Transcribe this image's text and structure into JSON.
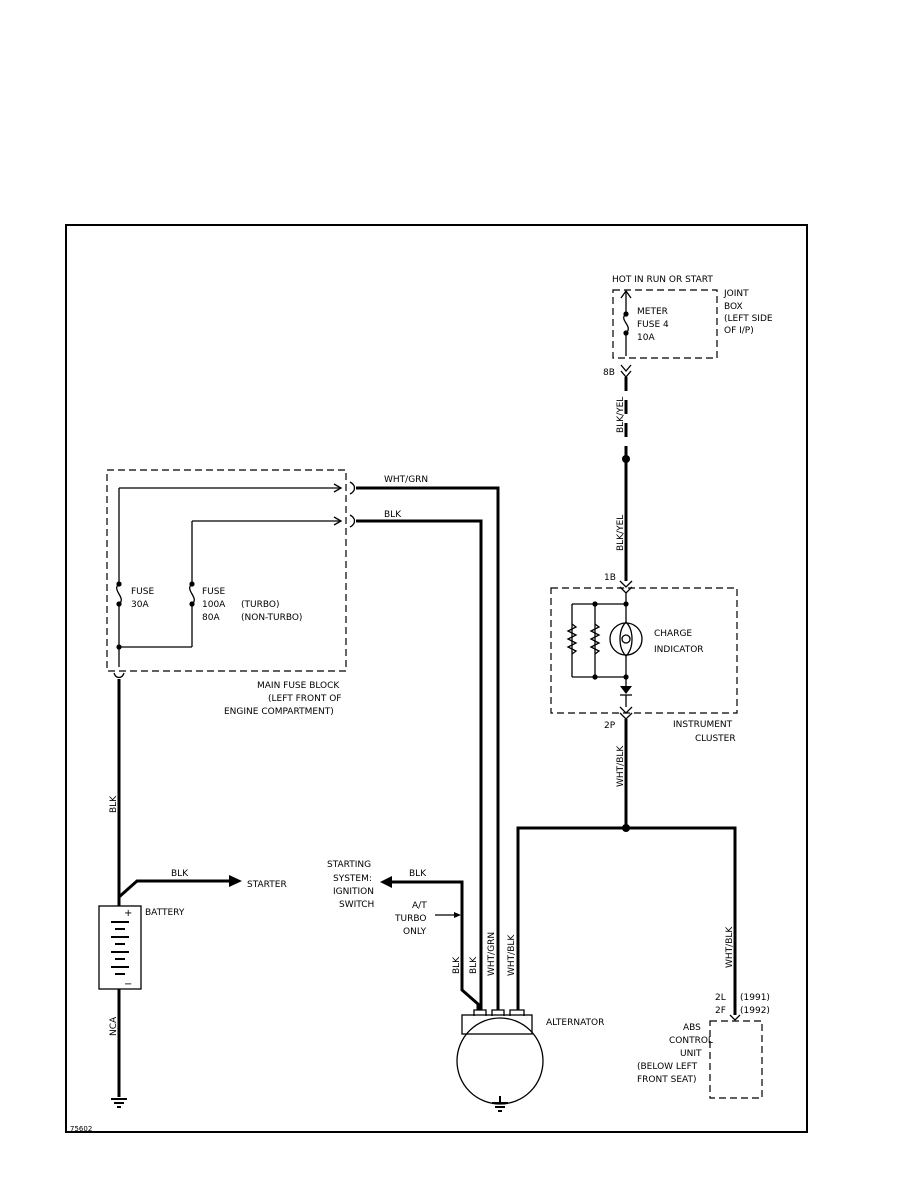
{
  "hot_label": "HOT IN RUN OR START",
  "joint_box": {
    "label_lines": [
      "JOINT",
      "BOX",
      "(LEFT SIDE",
      "OF I/P)"
    ],
    "fuse_lines": [
      "METER",
      "FUSE 4",
      "10A"
    ],
    "connector": "8B"
  },
  "wires": {
    "blk_yel_upper": "BLK/YEL",
    "blk_yel_lower": "BLK/YEL",
    "wht_grn_top": "WHT/GRN",
    "blk_top": "BLK",
    "blk_battery": "BLK",
    "blk_starter": "BLK",
    "blk_starting": "BLK",
    "wht_blk_cluster": "WHT/BLK",
    "wht_blk_abs": "WHT/BLK",
    "nca": "NCA",
    "alt_blk_1": "BLK",
    "alt_blk_2": "BLK",
    "alt_wht_grn": "WHT/GRN",
    "alt_wht_blk": "WHT/BLK"
  },
  "main_fuse_block": {
    "fuse_a_lines": [
      "FUSE",
      "30A"
    ],
    "fuse_b_lines": [
      "FUSE",
      "100A",
      "80A"
    ],
    "turbo_lines": [
      "(TURBO)",
      "(NON-TURBO)"
    ],
    "label_lines": [
      "MAIN FUSE BLOCK",
      "(LEFT FRONT OF",
      "ENGINE COMPARTMENT)"
    ]
  },
  "instrument_cluster": {
    "connector_top": "1B",
    "connector_bottom": "2P",
    "indicator_lines": [
      "CHARGE",
      "INDICATOR"
    ],
    "label_lines": [
      "INSTRUMENT",
      "CLUSTER"
    ]
  },
  "starter": "STARTER",
  "battery": "BATTERY",
  "starting_system_lines": [
    "STARTING",
    "SYSTEM:",
    "IGNITION",
    "SWITCH"
  ],
  "at_turbo_lines": [
    "A/T",
    "TURBO",
    "ONLY"
  ],
  "alternator": "ALTERNATOR",
  "abs": {
    "pin_lines": [
      "2L",
      "2F"
    ],
    "year_lines": [
      "(1991)",
      "(1992)"
    ],
    "label_lines": [
      "ABS",
      "CONTROL",
      "UNIT",
      "(BELOW LEFT",
      "FRONT SEAT)"
    ]
  },
  "figure_id": "75602"
}
